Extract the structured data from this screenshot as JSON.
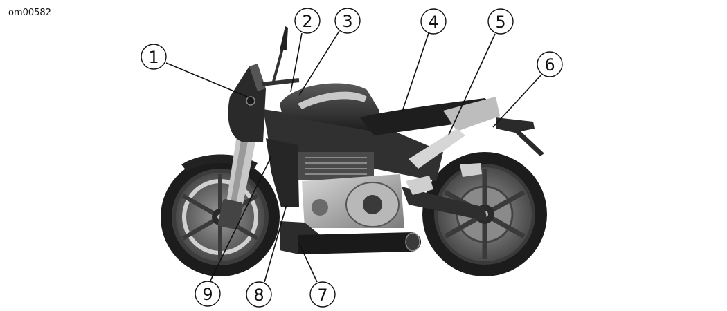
{
  "figure_id": "om00582",
  "colors": {
    "ink": "#111111",
    "tire": "#1c1c1c",
    "body": "#2e2e2e",
    "chrome": "#c8c8c8",
    "mid": "#6e6e6e"
  },
  "callouts": [
    {
      "id": "1",
      "label": "1"
    },
    {
      "id": "2",
      "label": "2"
    },
    {
      "id": "3",
      "label": "3"
    },
    {
      "id": "4",
      "label": "4"
    },
    {
      "id": "5",
      "label": "5"
    },
    {
      "id": "6",
      "label": "6"
    },
    {
      "id": "7",
      "label": "7"
    },
    {
      "id": "8",
      "label": "8"
    },
    {
      "id": "9",
      "label": "9"
    }
  ]
}
